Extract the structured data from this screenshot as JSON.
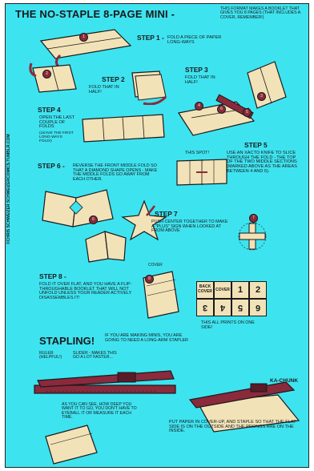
{
  "title": "THE NO-STAPLE 8-PAGE MINI -",
  "format_note": "THIS FORMAT MAKES A BOOKLET THAT GIVES YOU 8 PAGES (THAT INCLUDES A COVER, REMEMBER!)",
  "steps": [
    {
      "label": "STEP 1 -",
      "text": "FOLD A PIECE OF PAPER LONG-WAYS"
    },
    {
      "label": "STEP 2",
      "text": "FOLD THAT IN HALF!"
    },
    {
      "label": "STEP 3",
      "text": "FOLD THAT IN HALF!"
    },
    {
      "label": "STEP 4",
      "text": "OPEN THE LAST COUPLE OF FOLDS",
      "note": "(LEAVE THE FIRST LONG-WAYS FOLD!)"
    },
    {
      "label": "STEP 5",
      "text": "USE AN XACTO KNIFE TO SLICE THROUGH THE FOLD - THE TOP OF THE TWO MIDDLE SECTIONS (MARKED ABOVE AS THE AREAS BETWEEN 4 AND 6)."
    },
    {
      "label": "STEP 6 -",
      "text": "REVERSE THE FRONT MIDDLE FOLD SO THAT A DIAMOND SHAPE OPENS - MAKE THE MIDDLE FOLDS GO AWAY FROM EACH OTHER."
    },
    {
      "label": "STEP 7",
      "text": "PUSH CENTER TOGETHER TO MAKE A \"PLUS\" SIGN WHEN LOOKED AT FROM ABOVE"
    },
    {
      "label": "STEP 8 -",
      "text": "FOLD IT OVER FLAT, AND YOU HAVE A FLIP-THROUGHABLE BOOKLET THAT WILL NOT UNFOLD UNLESS YOUR READER ACTIVELY DISASSEMBLES IT!"
    }
  ],
  "this_spot": "THIS SPOT!",
  "cover_tag": "COVER",
  "credit_vertical": "©CHRIS SCHWEIZER SCHWEIZERCOMICS.TUMBLR.COM",
  "layout_grid": {
    "top_row": [
      "BACK COVER",
      "COVER",
      "1",
      "2"
    ],
    "bottom_row": [
      "3",
      "4",
      "5",
      "6"
    ],
    "caption": "THIS ALL PRINTS ON ONE SIDE!"
  },
  "stapling": {
    "heading": "STAPLING!",
    "intro": "IF YOU ARE MAKING MINIS, YOU ARE GOING TO NEED A LONG-ARM STAPLER",
    "ruler_label": "RULER (HELPFUL!)",
    "slider_label": "SLIDER - MAKES THIS GO A LOT FASTER...",
    "depth_note": "AS YOU CAN SEE, HOW DEEP YOU WANT IT TO GO, YOU DON'T HAVE TO EYEBALL IT OR MEASURE IT EACH TIME.",
    "sound": "KA-CHUNK",
    "instruction": "PUT PAPER IN COVER-UP, AND STAPLE SO THAT THE FLAT SIDE IS ON THE OUTSIDE AND THE PRONGS ARE ON THE INSIDE."
  },
  "colors": {
    "background": "#3ee3f0",
    "paper": "#f2e2b8",
    "accent": "#8a2a3c",
    "ink": "#1a1a1a"
  }
}
